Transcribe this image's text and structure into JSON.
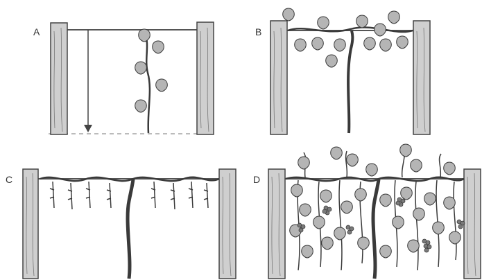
{
  "panels": [
    {
      "id": "A",
      "label": "A"
    },
    {
      "id": "B",
      "label": "B"
    },
    {
      "id": "C",
      "label": "C"
    },
    {
      "id": "D",
      "label": "D"
    }
  ],
  "colors": {
    "post_fill": "#cfcfcf",
    "post_stroke": "#444444",
    "post_grain": "#777777",
    "wire": "#555555",
    "vine": "#9a9a9a",
    "vine_stroke": "#3a3a3a",
    "leaf": "#b5b5b5",
    "grape": "#7a7a7a"
  },
  "icons": [
    "wooden-post",
    "trellis-wire",
    "grape-vine",
    "grape-leaf",
    "grape-cluster"
  ]
}
